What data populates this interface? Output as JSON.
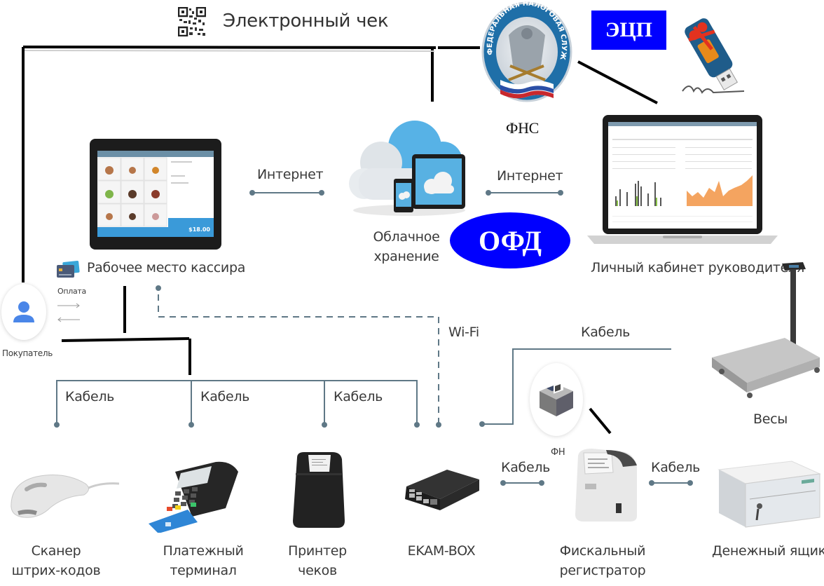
{
  "diagram": {
    "receipt": {
      "label": "Электронный чек",
      "icon": "qr-code-icon"
    },
    "fns": {
      "label": "ФНС",
      "emblem_text": "ФЕДЕРАЛЬНАЯ НАЛОГОВАЯ СЛУЖБА",
      "icon": "fns-emblem-icon"
    },
    "ecp": {
      "label": "ЭЦП",
      "icon": "usb-token-icon",
      "color": "#0000FF"
    },
    "cloud": {
      "label_line1": "Облачное",
      "label_line2": "хранение",
      "icon": "cloud-storage-icon"
    },
    "ofd": {
      "label": "ОФД",
      "color": "#0000FF"
    },
    "cashier": {
      "label": "Рабочее место кассира",
      "icon": "pos-tablet-icon",
      "screen_total": "$18.00"
    },
    "manager": {
      "label": "Личный кабинет руководителя",
      "icon": "laptop-dashboard-icon"
    },
    "buyer": {
      "label": "Покупатель",
      "icon": "user-icon",
      "payment_label": "Оплата",
      "payment_icon": "credit-cards-icon"
    },
    "links": {
      "internet_left": "Интернет",
      "internet_right": "Интернет",
      "wifi": "Wi-Fi",
      "cable_scales": "Кабель",
      "cable_1": "Кабель",
      "cable_2": "Кабель",
      "cable_3": "Кабель",
      "cable_box_fr": "Кабель",
      "cable_fr_drawer": "Кабель"
    },
    "fn": {
      "label": "ФН",
      "icon": "fiscal-drive-icon"
    },
    "scales": {
      "label": "Весы",
      "icon": "scales-icon"
    },
    "devices": [
      {
        "line1": "Сканер",
        "line2": "штрих-кодов",
        "icon": "barcode-scanner-icon"
      },
      {
        "line1": "Платежный",
        "line2": "терминал",
        "icon": "payment-terminal-icon"
      },
      {
        "line1": "Принтер",
        "line2": "чеков",
        "icon": "receipt-printer-icon"
      },
      {
        "line1": "EKAM-BOX",
        "line2": "",
        "icon": "ekam-box-icon"
      },
      {
        "line1": "Фискальный",
        "line2": "регистратор",
        "icon": "fiscal-registrar-icon"
      },
      {
        "line1": "Денежный ящик",
        "line2": "",
        "icon": "cash-drawer-icon"
      }
    ],
    "colors": {
      "connector": "#5f7886",
      "black_line": "#000000",
      "accent_blue": "#0000FF",
      "cloud_blue": "#4aa8de"
    }
  }
}
